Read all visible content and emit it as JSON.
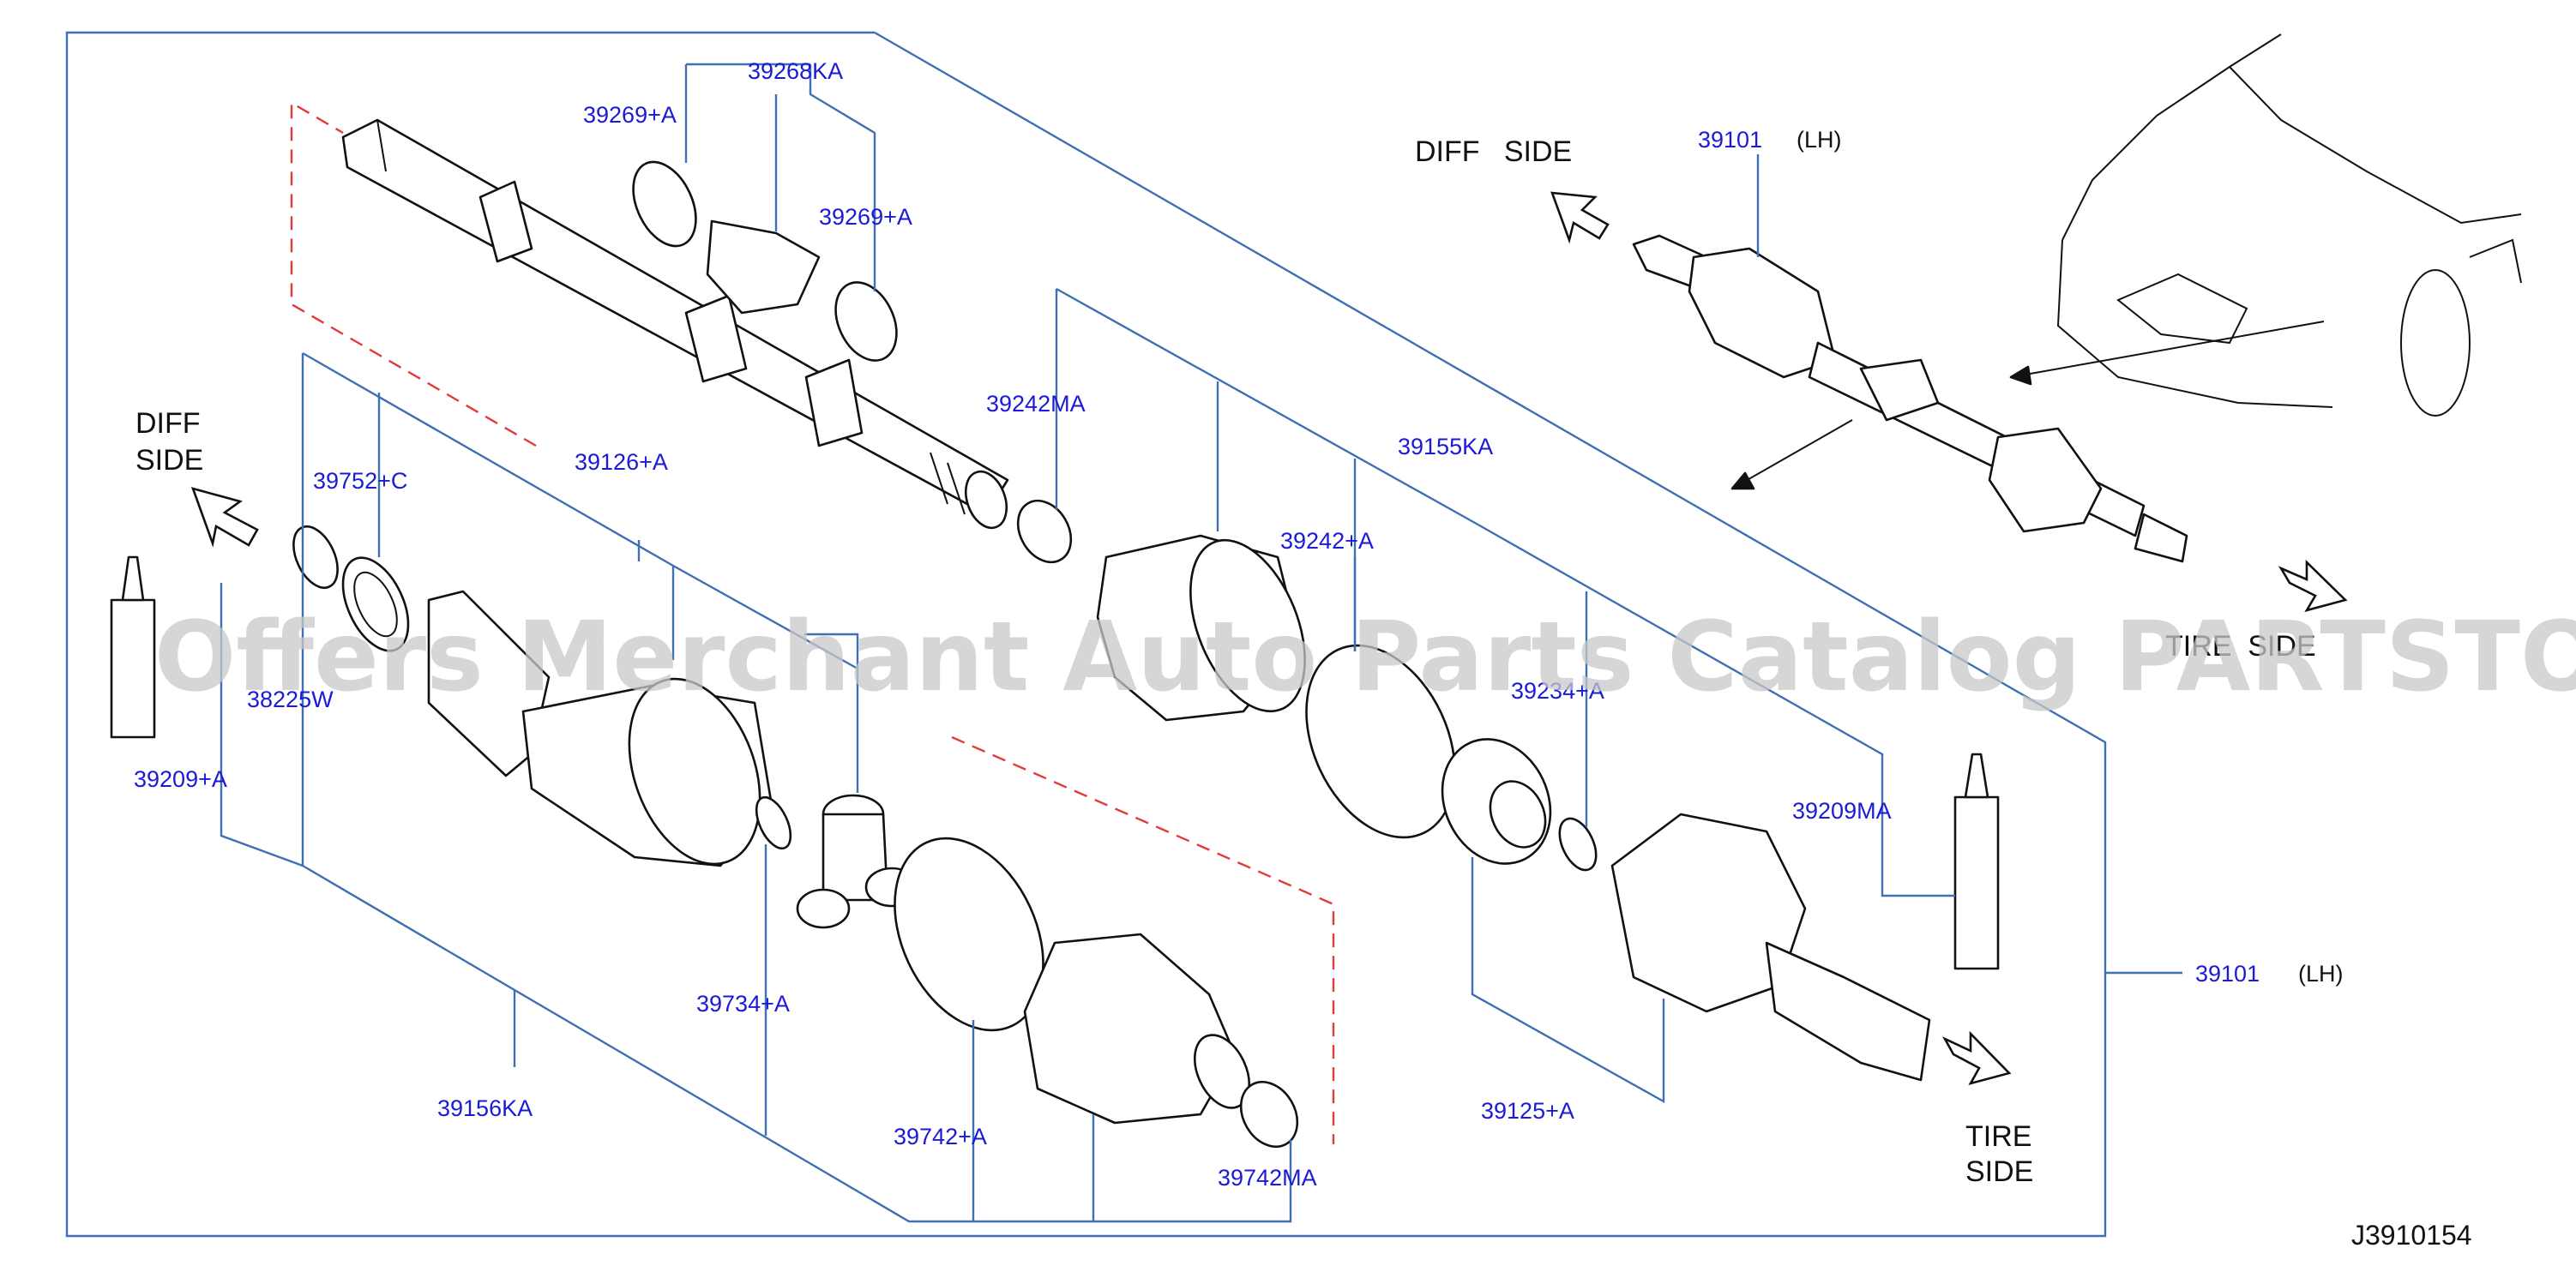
{
  "diagram": {
    "watermark": "Offers Merchant Auto Parts Catalog PARTSTORE.SA",
    "figure_code": "J3910154",
    "direction_labels": {
      "diff_side_top": "DIFF   SIDE",
      "diff_side_left_line1": "DIFF",
      "diff_side_left_line2": "SIDE",
      "tire_side_top": "TIRE  SIDE",
      "tire_side_bottom_line1": "TIRE",
      "tire_side_bottom_line2": "SIDE"
    },
    "parts": {
      "p39268KA": "39268KA",
      "p39269A_1": "39269+A",
      "p39269A_2": "39269+A",
      "p39242MA": "39242MA",
      "p39155KA": "39155KA",
      "p39242A": "39242+A",
      "p39101_top": "39101",
      "p39101_top_side": "(LH)",
      "p39752C": "39752+C",
      "p39126A": "39126+A",
      "p38225W": "38225W",
      "p39209A_left": "39209+A",
      "p39234A": "39234+A",
      "p39209MA": "39209MA",
      "p39101_right": "39101",
      "p39101_right_side": "(LH)",
      "p39734A": "39734+A",
      "p39156KA": "39156KA",
      "p39742A": "39742+A",
      "p39742MA": "39742MA",
      "p39125A": "39125+A"
    }
  }
}
